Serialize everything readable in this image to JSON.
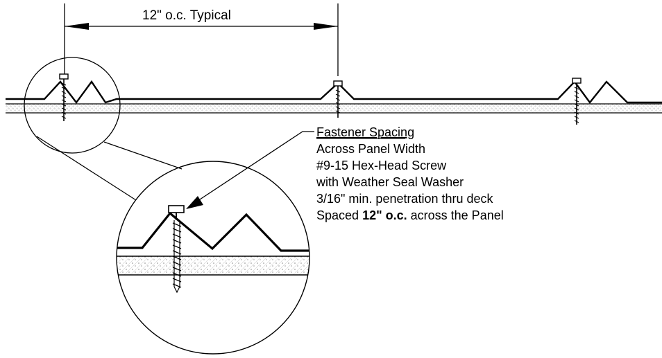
{
  "dimension": {
    "label": "12\" o.c. Typical"
  },
  "callout": {
    "heading": "Fastener Spacing",
    "lines": [
      "Across Panel Width",
      "#9-15 Hex-Head Screw",
      "with Weather Seal Washer",
      "3/16\" min. penetration thru deck"
    ],
    "spacing_prefix": "Spaced ",
    "spacing_bold": "12\" o.c.",
    "spacing_suffix": " across the Panel"
  }
}
